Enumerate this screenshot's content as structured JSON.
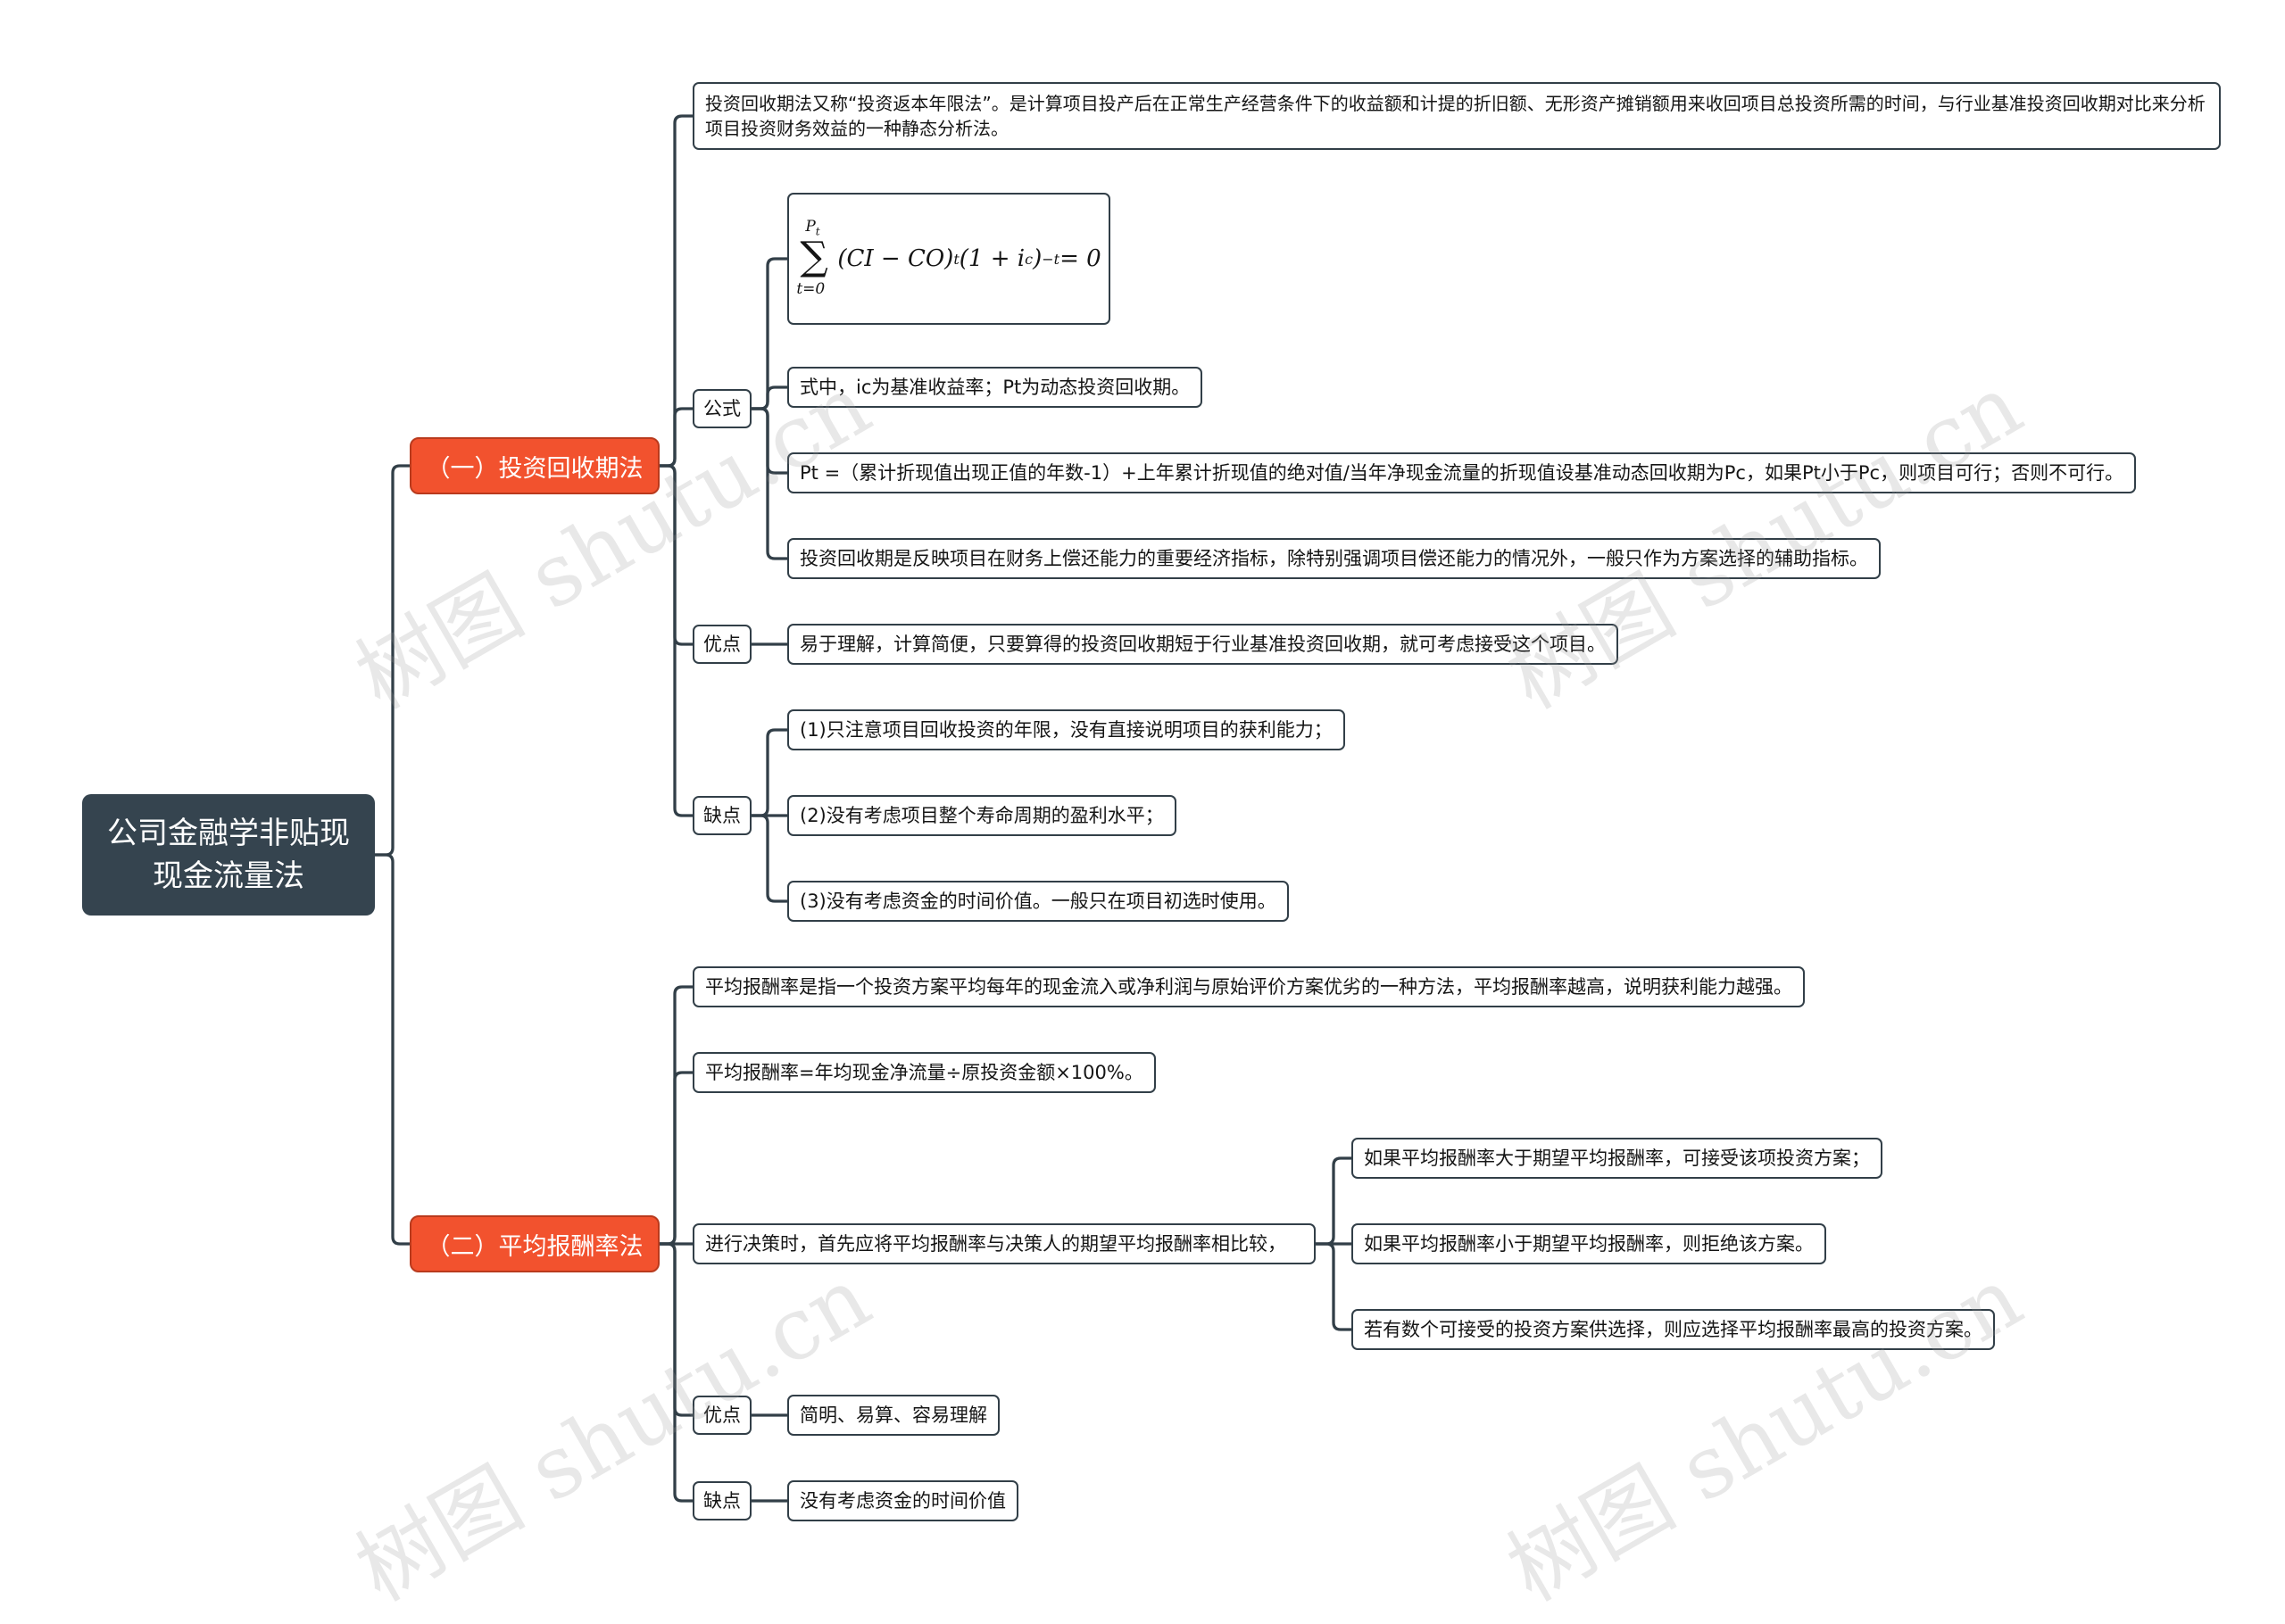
{
  "root": {
    "title": "公司金融学非贴现现金流量法"
  },
  "branches": [
    {
      "label": "（一）投资回收期法",
      "intro": "投资回收期法又称“投资返本年限法”。是计算项目投产后在正常生产经营条件下的收益额和计提的折旧额、无形资产摊销额用来收回项目总投资所需的时间，与行业基准投资回收期对比来分析项目投资财务效益的一种静态分析法。",
      "formula_category": "公式",
      "formula": {
        "sigma_upper": "P",
        "sigma_upper_sub": "t",
        "sigma_lower": "t=0",
        "body_a": "(CI − CO)",
        "body_a_sub": "t",
        "body_b": "(1 + i",
        "body_b_sub": "c",
        "body_c": ")",
        "body_c_sup": "−t",
        "body_d": " = 0"
      },
      "formula_notes": [
        "式中，ic为基准收益率；Pt为动态投资回收期。",
        "Pt =（累计折现值出现正值的年数-1）+上年累计折现值的绝对值/当年净现金流量的折现值设基准动态回收期为Pc，如果Pt小于Pc，则项目可行；否则不可行。",
        "投资回收期是反映项目在财务上偿还能力的重要经济指标，除特别强调项目偿还能力的情况外，一般只作为方案选择的辅助指标。"
      ],
      "pros_category": "优点",
      "pros": [
        "易于理解，计算简便，只要算得的投资回收期短于行业基准投资回收期，就可考虑接受这个项目。"
      ],
      "cons_category": "缺点",
      "cons": [
        "(1)只注意项目回收投资的年限，没有直接说明项目的获利能力；",
        "(2)没有考虑项目整个寿命周期的盈利水平；",
        "(3)没有考虑资金的时间价值。一般只在项目初选时使用。"
      ]
    },
    {
      "label": "（二）平均报酬率法",
      "intro": "平均报酬率是指一个投资方案平均每年的现金流入或净利润与原始评价方案优劣的一种方法，平均报酬率越高，说明获利能力越强。",
      "formula_text": "平均报酬率=年均现金净流量÷原投资金额×100%。",
      "decision": "进行决策时，首先应将平均报酬率与决策人的期望平均报酬率相比较，",
      "decision_rules": [
        "如果平均报酬率大于期望平均报酬率，可接受该项投资方案；",
        "如果平均报酬率小于期望平均报酬率，则拒绝该方案。",
        "若有数个可接受的投资方案供选择，则应选择平均报酬率最高的投资方案。"
      ],
      "pros_category": "优点",
      "pros": [
        "简明、易算、容易理解"
      ],
      "cons_category": "缺点",
      "cons": [
        "没有考虑资金的时间价值"
      ]
    }
  ],
  "watermarks": [
    "树图 shutu.cn",
    "树图 shutu.cn",
    "树图 shutu.cn",
    "树图 shutu.cn"
  ],
  "colors": {
    "root_bg": "#35444f",
    "branch_bg": "#f2522e",
    "line": "#323f48"
  }
}
